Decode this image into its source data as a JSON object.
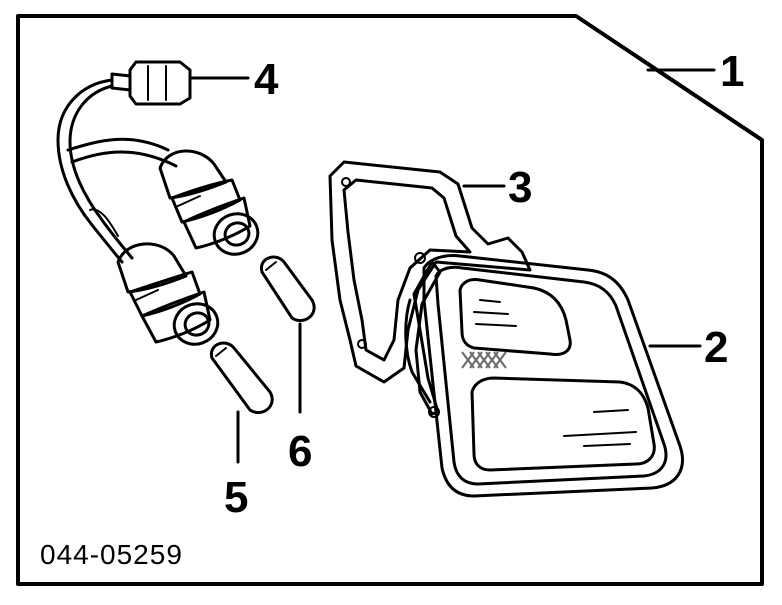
{
  "diagram": {
    "part_number": "044-05259",
    "callouts": {
      "c1": "1",
      "c2": "2",
      "c3": "3",
      "c4": "4",
      "c5": "5",
      "c6": "6"
    }
  },
  "colors": {
    "ink": "#000000",
    "paper": "#ffffff",
    "glass_hatch": "#6a6a6a"
  }
}
